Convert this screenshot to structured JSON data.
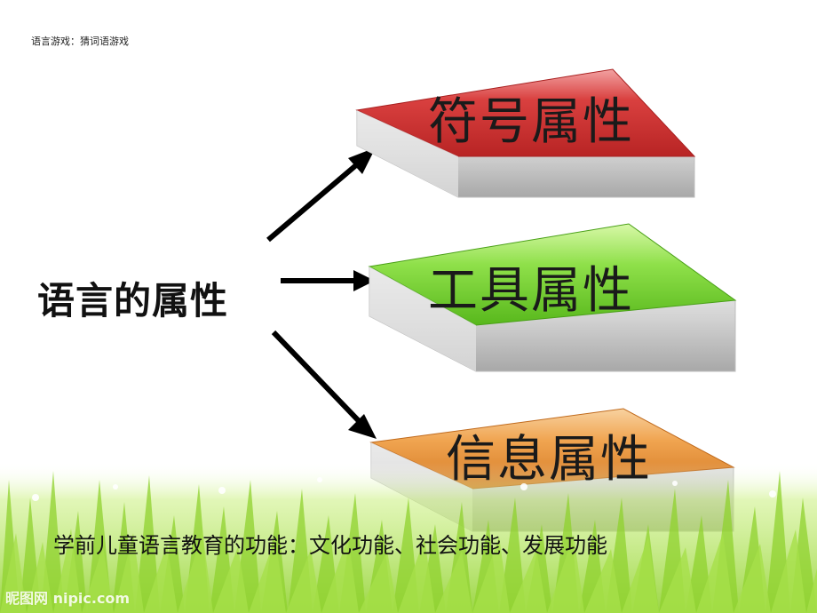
{
  "header": {
    "caption": "语言游戏：猜词语游戏"
  },
  "main_label": "语言的属性",
  "boxes": [
    {
      "label": "符号属性",
      "color": "#e0484b"
    },
    {
      "label": "工具属性",
      "color": "#7ee03a"
    },
    {
      "label": "信息属性",
      "color": "#f0a04a"
    }
  ],
  "footer": {
    "text": "学前儿童语言教育的功能：文化功能、社会功能、发展功能"
  },
  "watermark": "昵图网 nipic.com",
  "colors": {
    "grass": "#8fd12e",
    "grass_light": "#c8ef7a"
  }
}
